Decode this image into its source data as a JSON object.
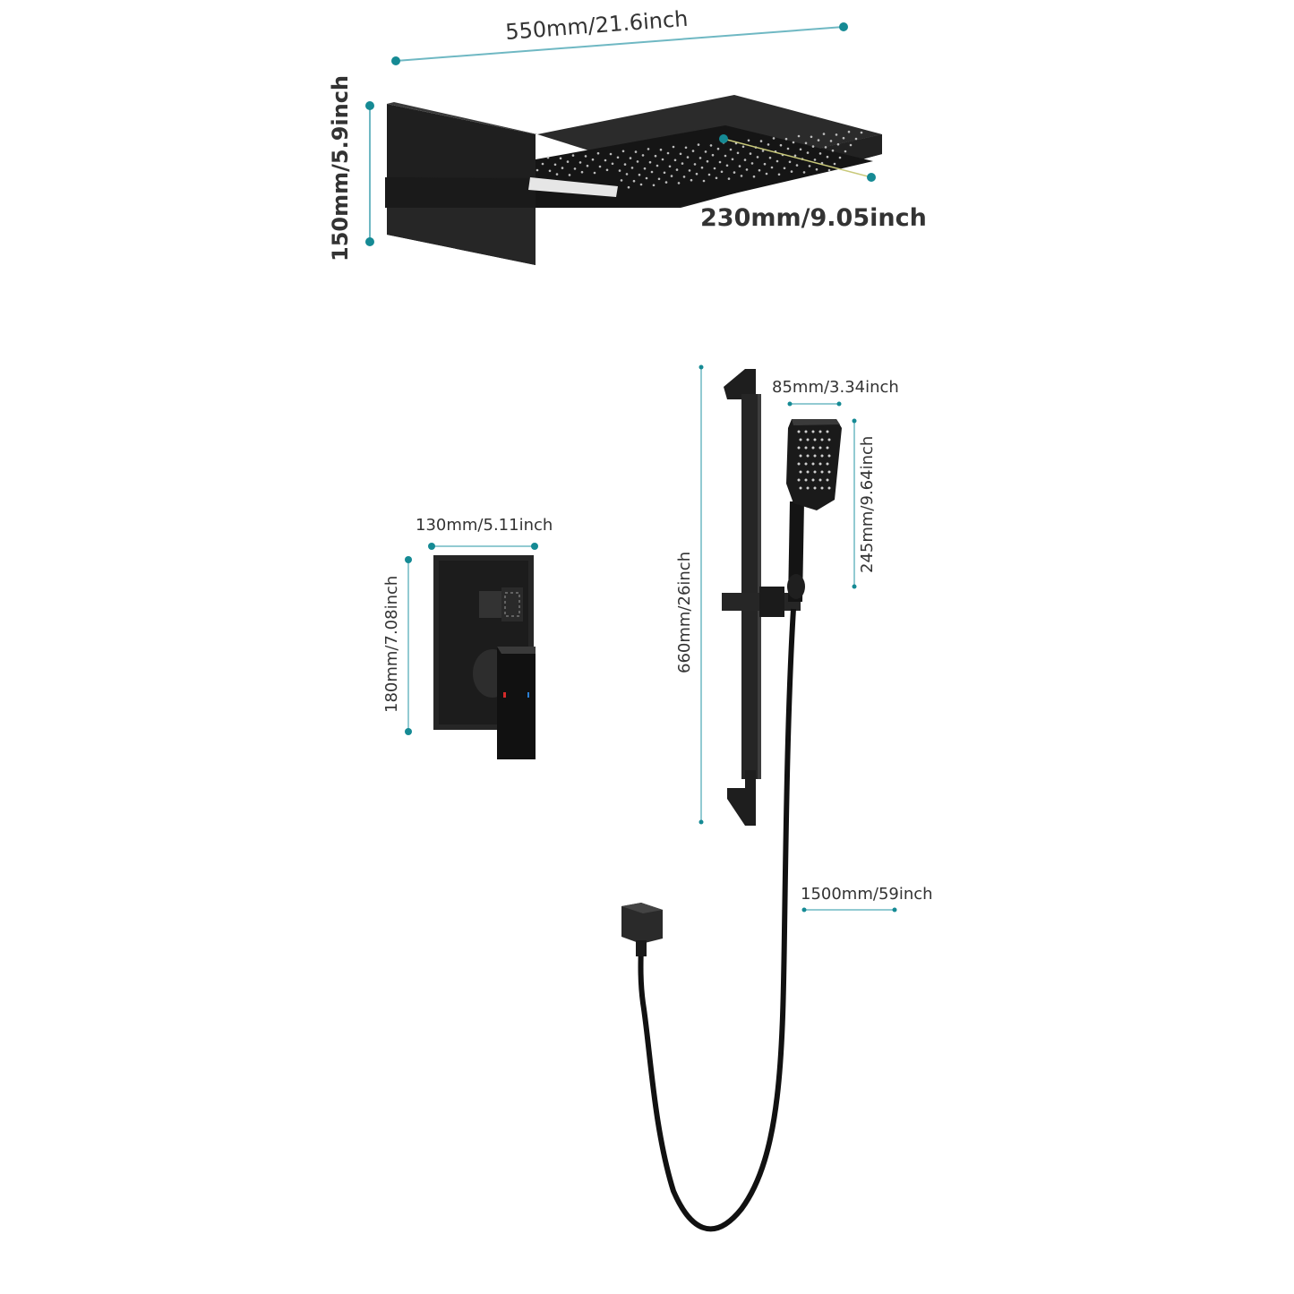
{
  "colors": {
    "background": "#ffffff",
    "fixture": "#2a2a2a",
    "dimension_line": "#6fb8c3",
    "dimension_dot": "#158a94",
    "text": "#333333",
    "hot_indicator": "#d42a2a",
    "cold_indicator": "#2a7fd4"
  },
  "rain_shower_head": {
    "width_label": "550mm/21.6inch",
    "height_label": "150mm/5.9inch",
    "depth_label": "230mm/9.05inch"
  },
  "valve_trim": {
    "width_label": "130mm/5.11inch",
    "height_label": "180mm/7.08inch"
  },
  "slide_bar": {
    "height_label": "660mm/26inch"
  },
  "hand_shower": {
    "width_label": "85mm/3.34inch",
    "height_label": "245mm/9.64inch"
  },
  "hose": {
    "length_label": "1500mm/59inch"
  }
}
